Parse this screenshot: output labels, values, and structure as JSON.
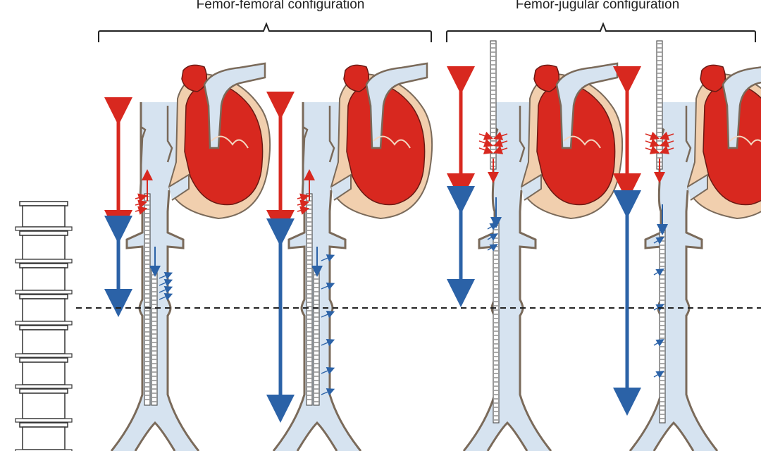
{
  "groups": [
    {
      "title": "Femor-femoral configuration"
    },
    {
      "title": "Femor-jugular configuration"
    }
  ],
  "colors": {
    "vessel_fill": "#d6e3f0",
    "vessel_wall": "#7a6a5a",
    "vessel_wall_inner": "#e9c9a6",
    "myocardium": "#d8281f",
    "pericardium": "#f1cfae",
    "drainage_arrow": "#d8281f",
    "return_arrow": "#2b62a7",
    "cannula_light": "#ffffff",
    "cannula_dark": "#555555"
  },
  "panels": [
    {
      "id": "ff-1",
      "group": 0
    },
    {
      "id": "ff-2",
      "group": 0
    },
    {
      "id": "fj-1",
      "group": 1
    },
    {
      "id": "fj-2",
      "group": 1
    }
  ]
}
